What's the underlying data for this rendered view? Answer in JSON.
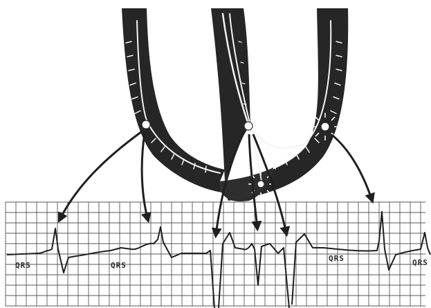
{
  "figure": {
    "qrs_labels": [
      {
        "id": "qrs-label-1",
        "text": "QRS"
      },
      {
        "id": "qrs-label-2",
        "text": "QRS"
      },
      {
        "id": "qrs-label-3",
        "text": "QRS"
      },
      {
        "id": "qrs-label-4",
        "text": "QRS"
      }
    ],
    "colors": {
      "ink": "#1f1f1f",
      "myocardium": "#262626",
      "fiber": "#f4f4f4",
      "grid": "#555555",
      "paper": "#ffffff"
    }
  }
}
